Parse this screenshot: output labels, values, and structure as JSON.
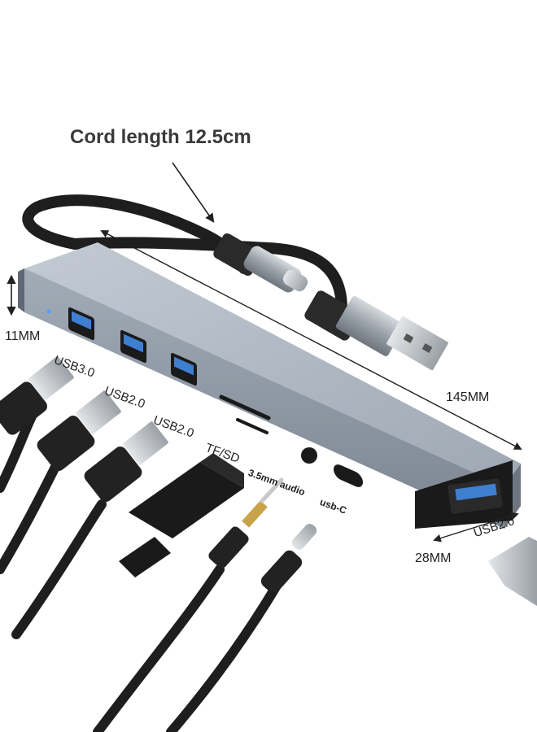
{
  "callout": {
    "cord_length": "Cord length 12.5cm"
  },
  "dimensions": {
    "height": "11MM",
    "length": "145MM",
    "width": "28MM"
  },
  "ports": {
    "usb30": "USB3.0",
    "usb20_a": "USB2.0",
    "usb20_b": "USB2.0",
    "tfsd": "TF/SD",
    "audio": "3.5mm audio",
    "usbc": "usb-C",
    "usb20_side": "USB2.0"
  },
  "colors": {
    "hub_body": "#8f9aa6",
    "hub_top": "#b4bcc6",
    "cable": "#1e1e1e",
    "connector_metal": "#9aa1a9",
    "port_blue": "#3f7fd0"
  }
}
